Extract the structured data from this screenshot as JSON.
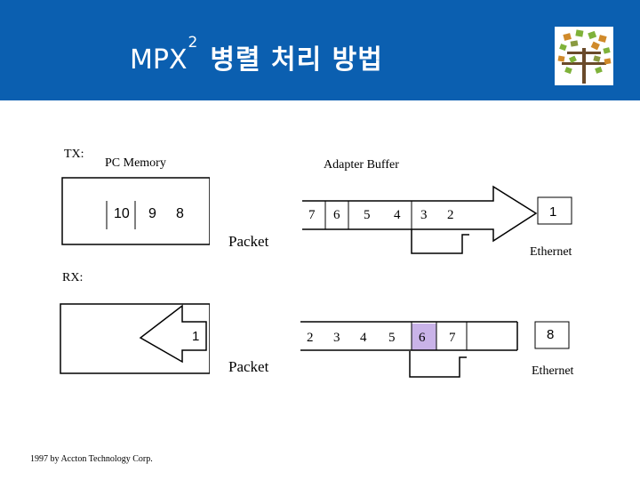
{
  "slide": {
    "title_main": "MPX",
    "title_sup": "2",
    "title_korean": "병렬 처리 방법",
    "logo_icon": "tree-logo-icon",
    "footer": "1997 by Accton Technology Corp."
  },
  "colors": {
    "header_bg": "#0b5fb0",
    "highlight_cell": "#c9b3e8"
  },
  "tx": {
    "label": "TX:",
    "memory_label": "PC Memory",
    "buffer_label": "Adapter Buffer",
    "memory_numbers": [
      "10",
      "9",
      "8"
    ],
    "buffer_numbers": [
      "7",
      "6",
      "5",
      "4",
      "3",
      "2"
    ],
    "highlighted": "6",
    "packet_label": "Packet",
    "ethernet_number": "1",
    "ethernet_label": "Ethernet"
  },
  "rx": {
    "label": "RX:",
    "memory_number": "1",
    "buffer_numbers": [
      "2",
      "3",
      "4",
      "5",
      "6",
      "7"
    ],
    "highlighted": "6",
    "packet_label": "Packet",
    "ethernet_number": "8",
    "ethernet_label": "Ethernet"
  }
}
